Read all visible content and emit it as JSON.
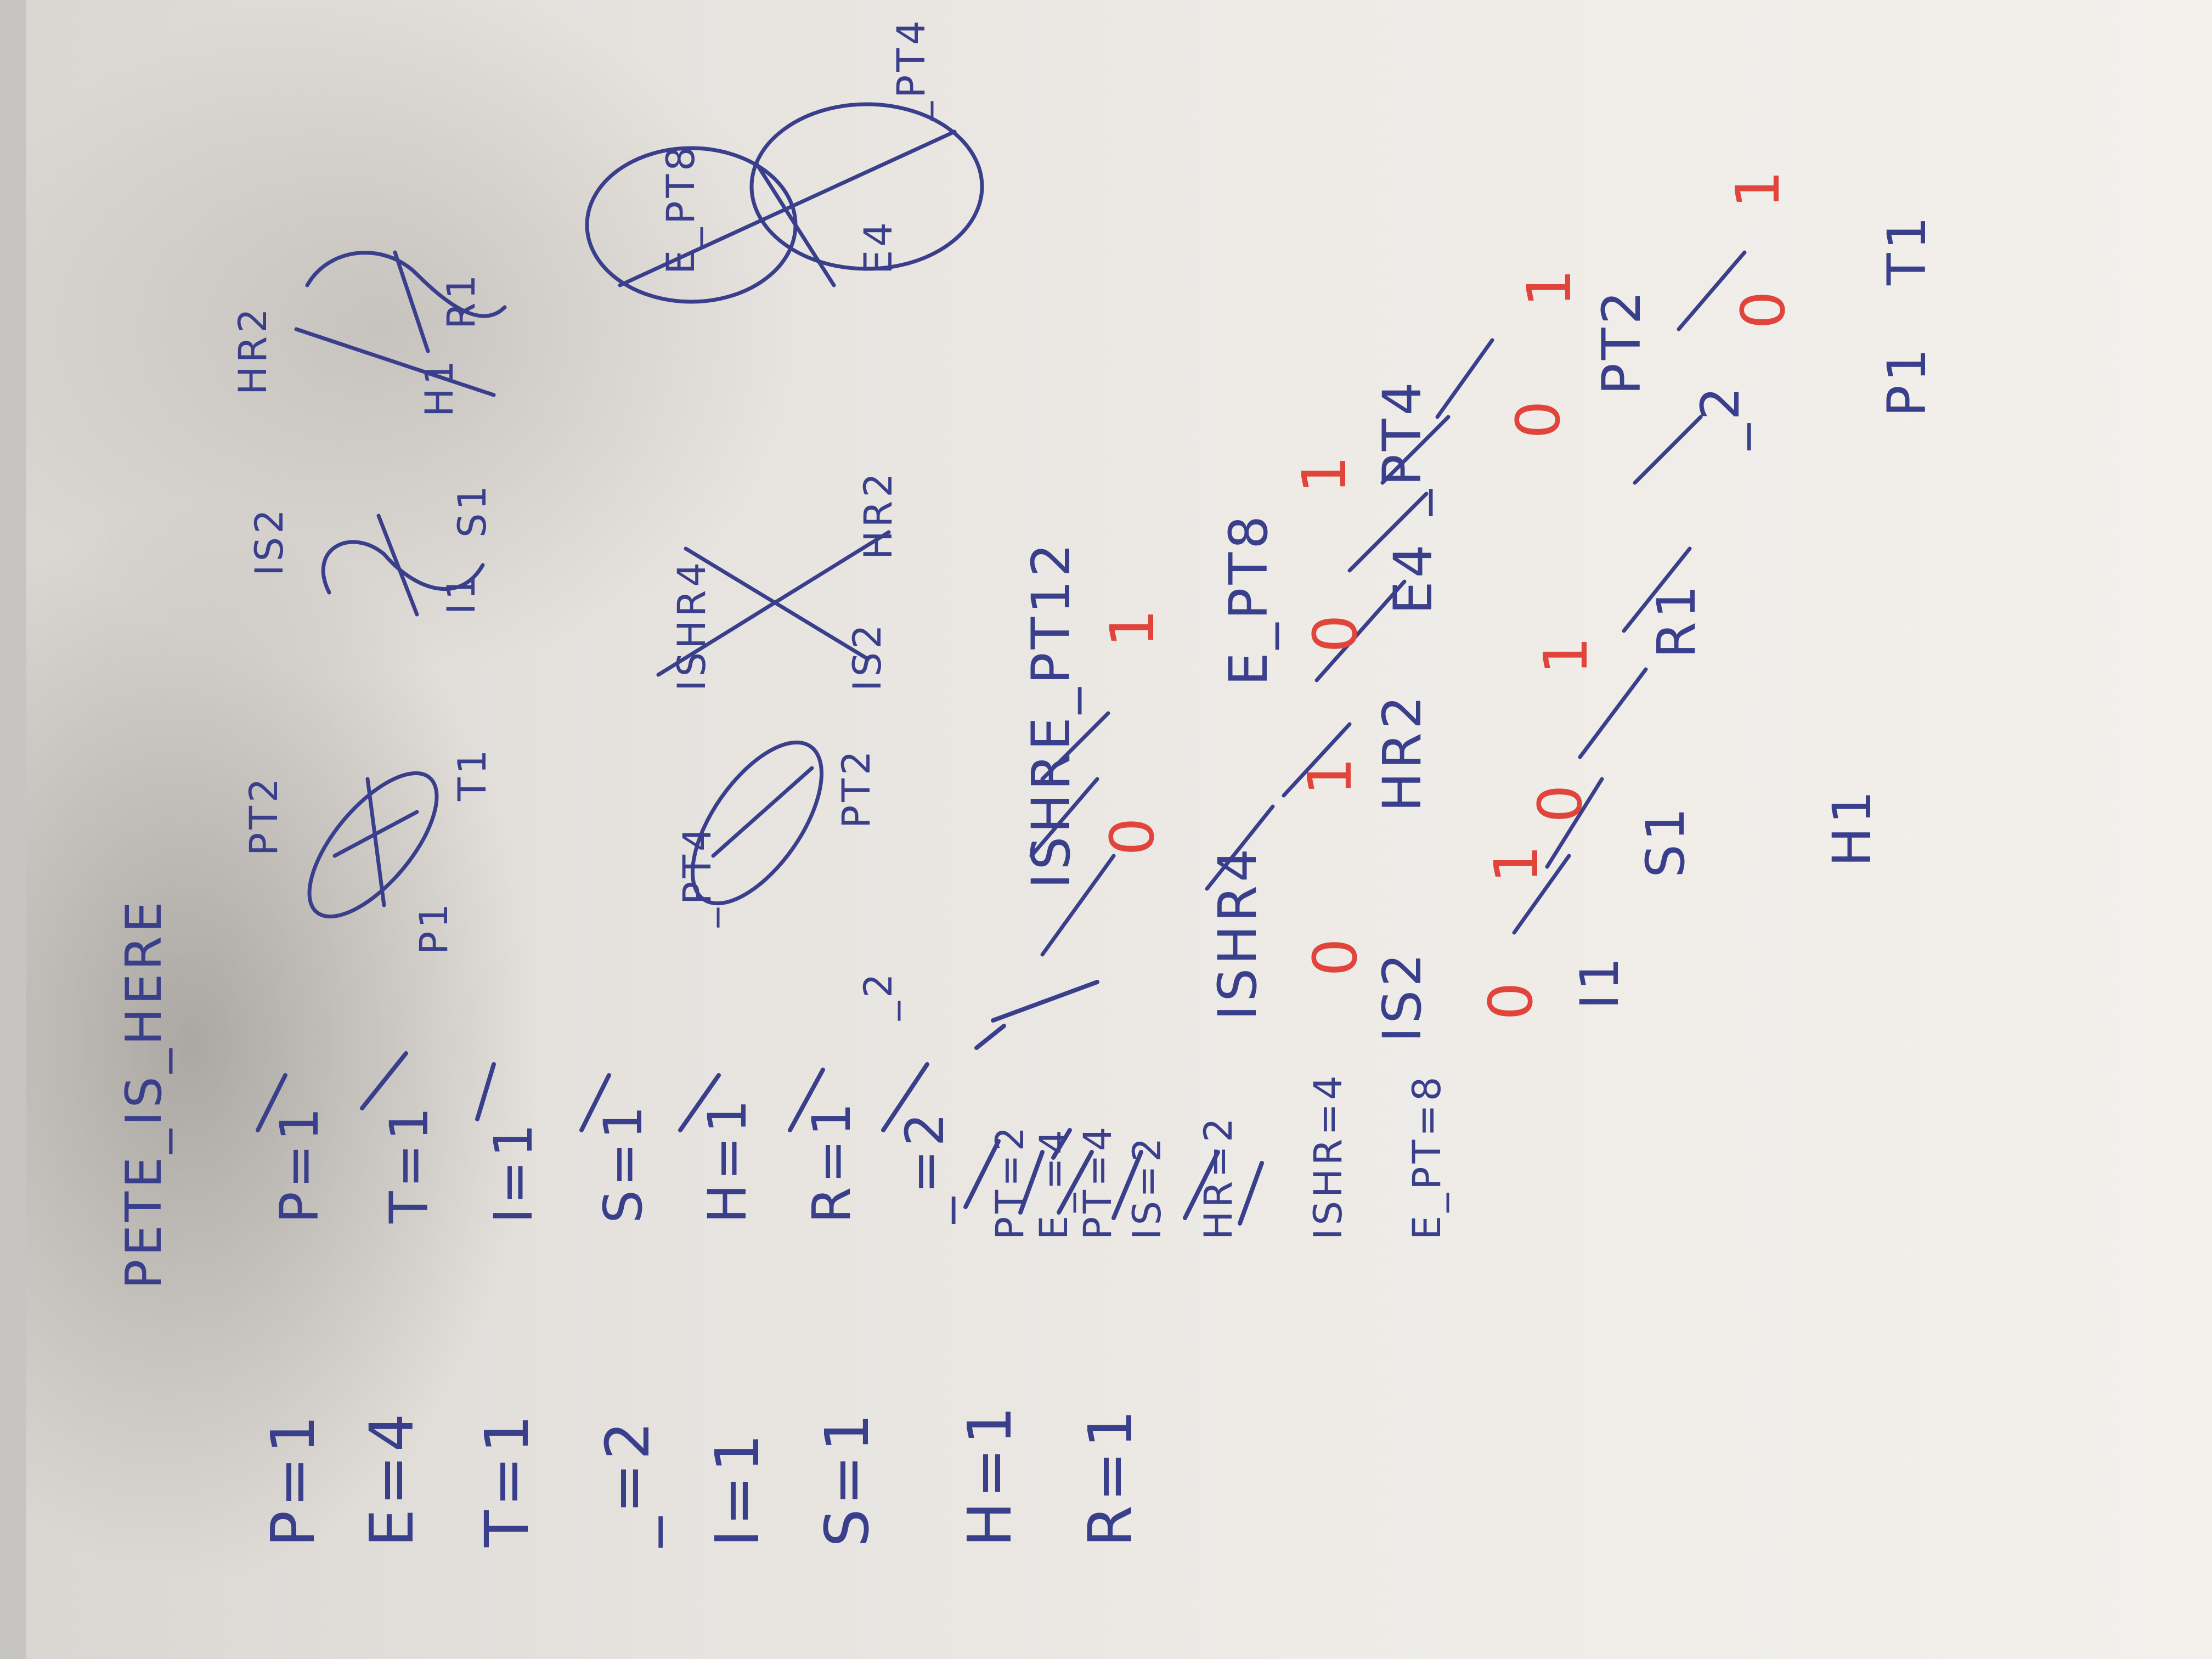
{
  "title": "PETE_IS_HERE",
  "frequency_table": [
    {
      "text": "P=1"
    },
    {
      "text": "E=4"
    },
    {
      "text": "T=1"
    },
    {
      "text": "_=2"
    },
    {
      "text": "I=1"
    },
    {
      "text": "S=1"
    },
    {
      "text": "H=1"
    },
    {
      "text": "R=1"
    }
  ],
  "merge_steps": [
    {
      "text": "P=1",
      "struck": true
    },
    {
      "text": "T=1",
      "struck": true
    },
    {
      "text": "I=1",
      "struck": true
    },
    {
      "text": "S=1",
      "struck": true
    },
    {
      "text": "H=1",
      "struck": true
    },
    {
      "text": "R=1",
      "struck": true
    },
    {
      "text": "_=2",
      "struck": true
    },
    {
      "text": "PT=2",
      "struck": true
    },
    {
      "text": "E_=4",
      "struck": true
    },
    {
      "text": "PT=4",
      "struck": true
    },
    {
      "text": "IS=2",
      "struck": true
    },
    {
      "text": "HR=2",
      "struck": true
    },
    {
      "text": "ISHR=4",
      "struck": false
    },
    {
      "text": "E_PT=8",
      "struck": false
    }
  ],
  "diagram_labels": {
    "pair1_top": "PT2",
    "pair1_left": "P1",
    "pair1_right": "T1",
    "pair2_top": "IS2",
    "pair2_left": "I1",
    "pair2_right": "S1",
    "pair3_top": "HR2",
    "pair3_left": "H1",
    "pair3_right": "R1",
    "pair4_top": "_PT4",
    "pair4_left": "_2",
    "pair4_right": "PT2",
    "pair5_top": "ISHR4",
    "pair5_left": "IS2",
    "pair5_right": "HR2",
    "pair6_top": "E_PT8",
    "pair6_left": "E4",
    "pair6_right": "_PT4"
  },
  "tree": {
    "root": "ISHRE_PT12",
    "zero": "0",
    "one": "1",
    "l1_left": "ISHR4",
    "l1_right": "E_PT8",
    "l2_a": "IS2",
    "l2_b": "HR2",
    "l2_c": "E4",
    "l2_d": "_PT4",
    "l3_a": "I1",
    "l3_b": "S1",
    "l3_c": "R1",
    "l3_d": "_2",
    "l3_e": "PT2",
    "l4_a": "H1",
    "l4_b": "P1",
    "l4_c": "T1"
  },
  "colors": {
    "ink_blue": "#3a3f8c",
    "ink_red": "#e0443b"
  }
}
